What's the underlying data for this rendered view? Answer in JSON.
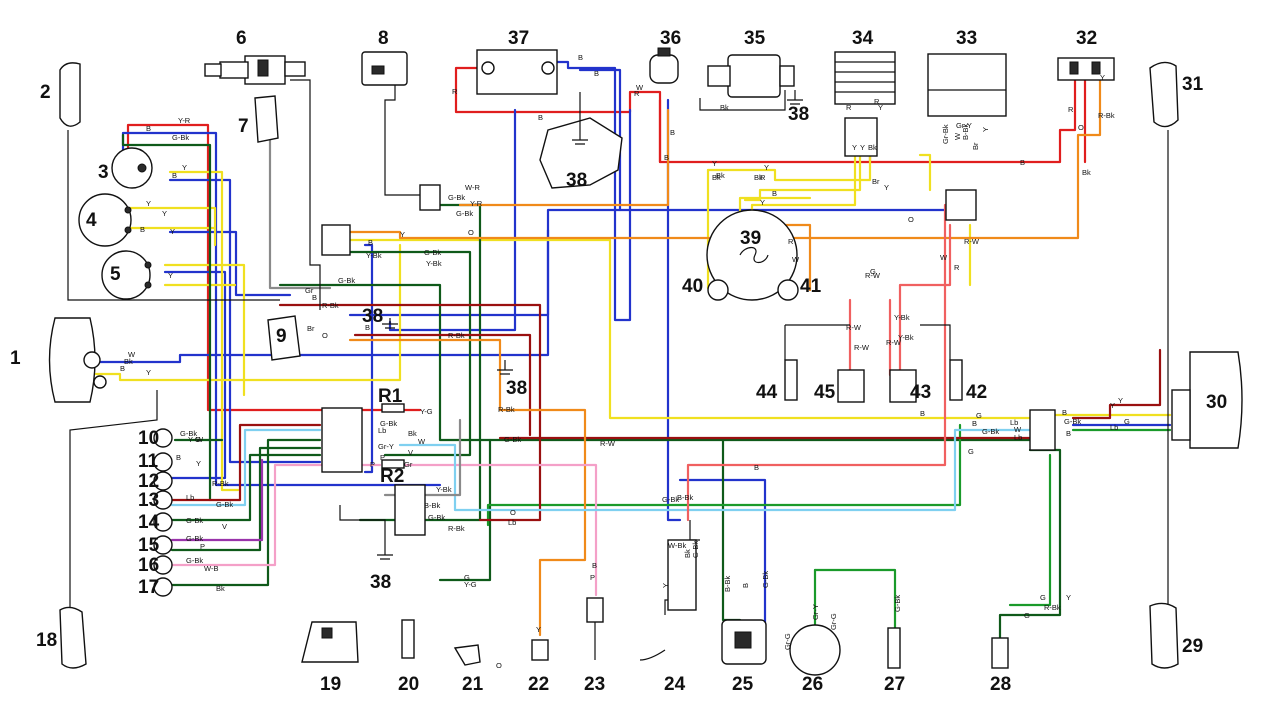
{
  "components": [
    {
      "id": "c1",
      "number": "1"
    },
    {
      "id": "c2",
      "number": "2"
    },
    {
      "id": "c3",
      "number": "3"
    },
    {
      "id": "c4",
      "number": "4"
    },
    {
      "id": "c5",
      "number": "5"
    },
    {
      "id": "c6",
      "number": "6"
    },
    {
      "id": "c7",
      "number": "7"
    },
    {
      "id": "c8",
      "number": "8"
    },
    {
      "id": "c9",
      "number": "9"
    },
    {
      "id": "c10",
      "number": "10"
    },
    {
      "id": "c11",
      "number": "11"
    },
    {
      "id": "c12",
      "number": "12"
    },
    {
      "id": "c13",
      "number": "13"
    },
    {
      "id": "c14",
      "number": "14"
    },
    {
      "id": "c15",
      "number": "15"
    },
    {
      "id": "c16",
      "number": "16"
    },
    {
      "id": "c17",
      "number": "17"
    },
    {
      "id": "c18",
      "number": "18"
    },
    {
      "id": "c19",
      "number": "19"
    },
    {
      "id": "c20",
      "number": "20"
    },
    {
      "id": "c21",
      "number": "21"
    },
    {
      "id": "c22",
      "number": "22"
    },
    {
      "id": "c23",
      "number": "23"
    },
    {
      "id": "c24",
      "number": "24"
    },
    {
      "id": "c25",
      "number": "25"
    },
    {
      "id": "c26",
      "number": "26"
    },
    {
      "id": "c27",
      "number": "27"
    },
    {
      "id": "c28",
      "number": "28"
    },
    {
      "id": "c29",
      "number": "29"
    },
    {
      "id": "c30",
      "number": "30"
    },
    {
      "id": "c31",
      "number": "31"
    },
    {
      "id": "c32",
      "number": "32"
    },
    {
      "id": "c33",
      "number": "33"
    },
    {
      "id": "c34",
      "number": "34"
    },
    {
      "id": "c35",
      "number": "35"
    },
    {
      "id": "c36",
      "number": "36"
    },
    {
      "id": "c37",
      "number": "37"
    },
    {
      "id": "c38a",
      "number": "38"
    },
    {
      "id": "c38b",
      "number": "38"
    },
    {
      "id": "c38c",
      "number": "38"
    },
    {
      "id": "c38d",
      "number": "38"
    },
    {
      "id": "c38e",
      "number": "38"
    },
    {
      "id": "c39",
      "number": "39"
    },
    {
      "id": "c40",
      "number": "40"
    },
    {
      "id": "c41",
      "number": "41"
    },
    {
      "id": "c42",
      "number": "42"
    },
    {
      "id": "c43",
      "number": "43"
    },
    {
      "id": "c44",
      "number": "44"
    },
    {
      "id": "c45",
      "number": "45"
    }
  ],
  "resistors": {
    "r1": "R1",
    "r2": "R2"
  },
  "wire_colors": {
    "R": "#e01e1e",
    "B": "#2233cc",
    "Y": "#f0e020",
    "G": "#1a9a2a",
    "Bk": "#111111",
    "Gr": "#8a8a8a",
    "Br": "#8b4513",
    "W": "#f2f2f2",
    "O": "#f08a1a",
    "P": "#f4a0c8",
    "Lb": "#7fd0f0",
    "V": "#9933aa",
    "G-Bk": "#0f5a1a",
    "R-Bk": "#9a1010",
    "Y-G": "#9acd32",
    "R-W": "#f06060"
  },
  "wire_labels": [
    {
      "id": "l1",
      "text": "Y-R"
    },
    {
      "id": "l2",
      "text": "B"
    },
    {
      "id": "l3",
      "text": "G-Bk"
    },
    {
      "id": "l4",
      "text": "Y"
    },
    {
      "id": "l5",
      "text": "B"
    },
    {
      "id": "l6",
      "text": "Y"
    },
    {
      "id": "l7",
      "text": "Y"
    },
    {
      "id": "l8",
      "text": "Y"
    },
    {
      "id": "l9",
      "text": "B"
    },
    {
      "id": "l10",
      "text": "Y"
    },
    {
      "id": "l11",
      "text": "G-Bk"
    },
    {
      "id": "l12",
      "text": "Gr"
    },
    {
      "id": "l13",
      "text": "B"
    },
    {
      "id": "l14",
      "text": "R-Bk"
    },
    {
      "id": "l15",
      "text": "W"
    },
    {
      "id": "l16",
      "text": "Bk"
    },
    {
      "id": "l17",
      "text": "B"
    },
    {
      "id": "l18",
      "text": "Y"
    },
    {
      "id": "l19",
      "text": "Br"
    },
    {
      "id": "l20",
      "text": "O"
    },
    {
      "id": "l21",
      "text": "B"
    },
    {
      "id": "l22",
      "text": "R-Bk"
    },
    {
      "id": "l23",
      "text": "G-Bk"
    },
    {
      "id": "l24",
      "text": "W-R"
    },
    {
      "id": "l25",
      "text": "Y-R"
    },
    {
      "id": "l26",
      "text": "G-Bk"
    },
    {
      "id": "l27",
      "text": "Y"
    },
    {
      "id": "l28",
      "text": "O"
    },
    {
      "id": "l29",
      "text": "B"
    },
    {
      "id": "l30",
      "text": "Y-Bk"
    },
    {
      "id": "l31",
      "text": "G-Bk"
    },
    {
      "id": "l32",
      "text": "Y-Bk"
    },
    {
      "id": "l33",
      "text": "B"
    },
    {
      "id": "l34",
      "text": "R"
    },
    {
      "id": "l35",
      "text": "B"
    },
    {
      "id": "l36",
      "text": "B"
    },
    {
      "id": "l37",
      "text": "Bk"
    },
    {
      "id": "l38",
      "text": "B"
    },
    {
      "id": "l39",
      "text": "B"
    },
    {
      "id": "l40",
      "text": "R"
    },
    {
      "id": "l41",
      "text": "Bk"
    },
    {
      "id": "l42",
      "text": "Y"
    },
    {
      "id": "l43",
      "text": "Bk"
    },
    {
      "id": "l44",
      "text": "Br"
    },
    {
      "id": "l45",
      "text": "Y"
    },
    {
      "id": "l46",
      "text": "Y"
    },
    {
      "id": "l47",
      "text": "B"
    },
    {
      "id": "l48",
      "text": "O"
    },
    {
      "id": "l49",
      "text": "W"
    },
    {
      "id": "l50",
      "text": "R-W"
    },
    {
      "id": "l51",
      "text": "R-W"
    },
    {
      "id": "l52",
      "text": "R-W"
    },
    {
      "id": "l53",
      "text": "R-W"
    },
    {
      "id": "l54",
      "text": "Y-Bk"
    },
    {
      "id": "l55",
      "text": "Y-Bk"
    },
    {
      "id": "l56",
      "text": "R-W"
    },
    {
      "id": "l57",
      "text": "W"
    },
    {
      "id": "l58",
      "text": "R"
    },
    {
      "id": "l59",
      "text": "R"
    },
    {
      "id": "l60",
      "text": "O"
    },
    {
      "id": "l61",
      "text": "R-Bk"
    },
    {
      "id": "l62",
      "text": "Y"
    },
    {
      "id": "l63",
      "text": "B"
    },
    {
      "id": "l64",
      "text": "G"
    },
    {
      "id": "l65",
      "text": "Lb"
    },
    {
      "id": "l66",
      "text": "B"
    },
    {
      "id": "l67",
      "text": "G-Bk"
    },
    {
      "id": "l68",
      "text": "Y-G"
    },
    {
      "id": "l69",
      "text": "G-Bk"
    },
    {
      "id": "l70",
      "text": "W"
    },
    {
      "id": "l71",
      "text": "B"
    },
    {
      "id": "l72",
      "text": "Y"
    },
    {
      "id": "l73",
      "text": "R-Bk"
    },
    {
      "id": "l74",
      "text": "Lb"
    },
    {
      "id": "l75",
      "text": "G-Bk"
    },
    {
      "id": "l76",
      "text": "G-Bk"
    },
    {
      "id": "l77",
      "text": "V"
    },
    {
      "id": "l78",
      "text": "G-Bk"
    },
    {
      "id": "l79",
      "text": "P"
    },
    {
      "id": "l80",
      "text": "G-Bk"
    },
    {
      "id": "l81",
      "text": "W-B"
    },
    {
      "id": "l82",
      "text": "Bk"
    },
    {
      "id": "l83",
      "text": "Lb"
    },
    {
      "id": "l84",
      "text": "W"
    },
    {
      "id": "l85",
      "text": "Y-G"
    },
    {
      "id": "l86",
      "text": "Bk"
    },
    {
      "id": "l87",
      "text": "G-Bk"
    },
    {
      "id": "l88",
      "text": "Gr-Y"
    },
    {
      "id": "l89",
      "text": "V"
    },
    {
      "id": "l90",
      "text": "P"
    },
    {
      "id": "l91",
      "text": "P"
    },
    {
      "id": "l92",
      "text": "Gr"
    },
    {
      "id": "l93",
      "text": "Y-Bk"
    },
    {
      "id": "l94",
      "text": "B-Bk"
    },
    {
      "id": "l95",
      "text": "G-Bk"
    },
    {
      "id": "l96",
      "text": "R-Bk"
    },
    {
      "id": "l97",
      "text": "Lb"
    },
    {
      "id": "l98",
      "text": "O"
    },
    {
      "id": "l99",
      "text": "R-Bk"
    },
    {
      "id": "l100",
      "text": "G-Bk"
    },
    {
      "id": "l101",
      "text": "R-W"
    },
    {
      "id": "l102",
      "text": "B"
    },
    {
      "id": "l103",
      "text": "G-Bk"
    },
    {
      "id": "l104",
      "text": "G"
    },
    {
      "id": "l105",
      "text": "Y-G"
    },
    {
      "id": "l106",
      "text": "O"
    },
    {
      "id": "l107",
      "text": "Y"
    },
    {
      "id": "l108",
      "text": "P"
    },
    {
      "id": "l109",
      "text": "B"
    },
    {
      "id": "l110",
      "text": "W-Bk"
    },
    {
      "id": "l111",
      "text": "Y"
    },
    {
      "id": "l112",
      "text": "B-Bk"
    },
    {
      "id": "l113",
      "text": "Bk"
    },
    {
      "id": "l114",
      "text": "G-Bk"
    },
    {
      "id": "l115",
      "text": "B-Bk"
    },
    {
      "id": "l116",
      "text": "B"
    },
    {
      "id": "l117",
      "text": "G-Bk"
    },
    {
      "id": "l118",
      "text": "Gr-G"
    },
    {
      "id": "l119",
      "text": "Gr-Y"
    },
    {
      "id": "l120",
      "text": "Gr-G"
    },
    {
      "id": "l121",
      "text": "G-Bk"
    },
    {
      "id": "l122",
      "text": "G"
    },
    {
      "id": "l123",
      "text": "R-Bk"
    },
    {
      "id": "l124",
      "text": "Y"
    },
    {
      "id": "l125",
      "text": "B"
    },
    {
      "id": "l126",
      "text": "Lb"
    },
    {
      "id": "l127",
      "text": "G-Bk"
    },
    {
      "id": "l128",
      "text": "G"
    },
    {
      "id": "l129",
      "text": "B"
    },
    {
      "id": "l130",
      "text": "Lb"
    },
    {
      "id": "l131",
      "text": "W"
    },
    {
      "id": "l132",
      "text": "Gr-Y"
    },
    {
      "id": "l133",
      "text": "Gr-Bk"
    },
    {
      "id": "l134",
      "text": "W"
    },
    {
      "id": "l135",
      "text": "B-Bk"
    },
    {
      "id": "l136",
      "text": "Br"
    },
    {
      "id": "l137",
      "text": "Y"
    },
    {
      "id": "l138",
      "text": "Y"
    },
    {
      "id": "l139",
      "text": "Y"
    },
    {
      "id": "l140",
      "text": "Bk"
    },
    {
      "id": "l141",
      "text": "Y"
    },
    {
      "id": "l142",
      "text": "R"
    },
    {
      "id": "l143",
      "text": "R"
    },
    {
      "id": "l144",
      "text": "B"
    },
    {
      "id": "l145",
      "text": "Bk"
    },
    {
      "id": "l146",
      "text": "R"
    },
    {
      "id": "l147",
      "text": "Y"
    },
    {
      "id": "l148",
      "text": "Y"
    },
    {
      "id": "l149",
      "text": "R"
    },
    {
      "id": "l150",
      "text": "W"
    },
    {
      "id": "l151",
      "text": "G"
    },
    {
      "id": "l152",
      "text": "G"
    },
    {
      "id": "l153",
      "text": "G"
    },
    {
      "id": "l154",
      "text": "Y"
    },
    {
      "id": "l155",
      "text": "Bk"
    }
  ]
}
